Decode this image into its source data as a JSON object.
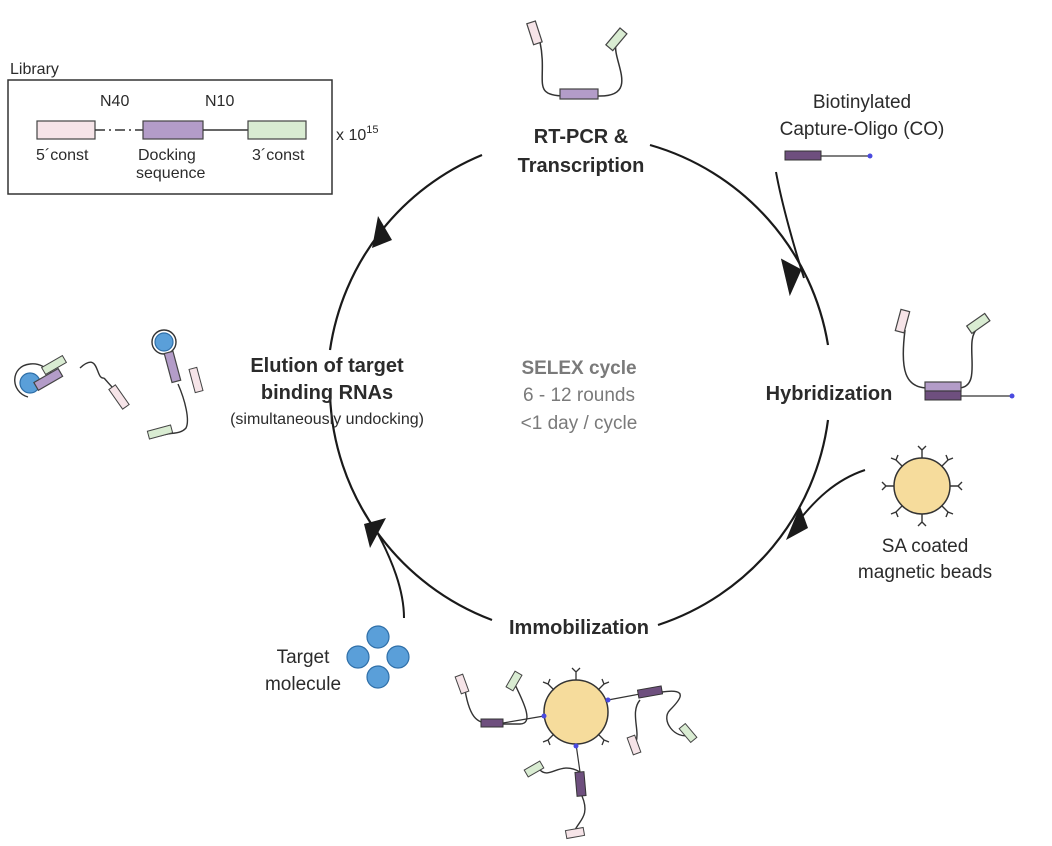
{
  "library": {
    "title": "Library",
    "n40": "N40",
    "n10": "N10",
    "const5": "5´const",
    "docking_line1": "Docking",
    "docking_line2": "sequence",
    "const3": "3´const",
    "multiplier_base": "x 10",
    "multiplier_exp": "15"
  },
  "steps": {
    "rtpcr_line1": "RT-PCR &",
    "rtpcr_line2": "Transcription",
    "hybridization": "Hybridization",
    "immobilization": "Immobilization",
    "elution_line1": "Elution of target",
    "elution_line2": "binding RNAs",
    "elution_line3": "(simultaneously undocking)"
  },
  "center": {
    "title": "SELEX cycle",
    "rounds": "6 - 12 rounds",
    "time": "<1 day / cycle"
  },
  "reagents": {
    "co_line1": "Biotinylated",
    "co_line2": "Capture-Oligo (CO)",
    "beads_line1": "SA coated",
    "beads_line2": "magnetic beads",
    "target_line1": "Target",
    "target_line2": "molecule"
  },
  "colors": {
    "const5": "#f6e4e8",
    "docking": "#b39cc8",
    "docking_dark": "#6e4f7e",
    "const3": "#d9ecd2",
    "bead": "#f6dc9c",
    "target": "#5a9fd9",
    "cycle": "#1a1a1a",
    "biotin": "#4a4adf"
  }
}
